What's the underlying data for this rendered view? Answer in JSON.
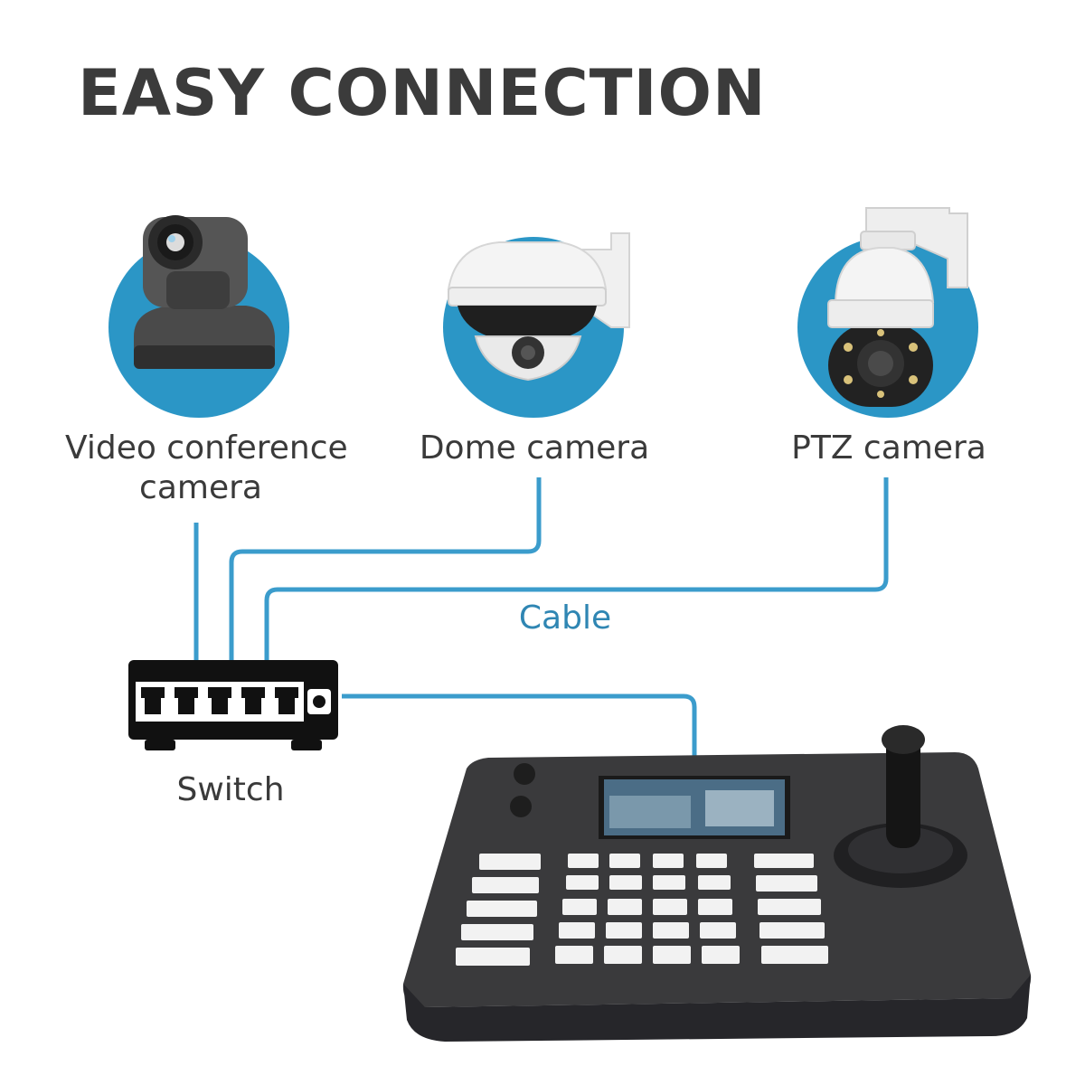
{
  "title": "EASY CONNECTION",
  "devices": [
    {
      "label_line1": "Video conference",
      "label_line2": "camera",
      "icon": "video-conference-camera"
    },
    {
      "label_line1": "Dome camera",
      "icon": "dome-camera"
    },
    {
      "label_line1": "PTZ camera",
      "icon": "ptz-camera"
    }
  ],
  "cable_label": "Cable",
  "switch_label": "Switch",
  "controller": {
    "icon": "ptz-keyboard-controller"
  },
  "colors": {
    "accent": "#2b96c6",
    "line": "#3b9ccc",
    "text": "#3a3a3a",
    "title": "#3b3b3b"
  }
}
